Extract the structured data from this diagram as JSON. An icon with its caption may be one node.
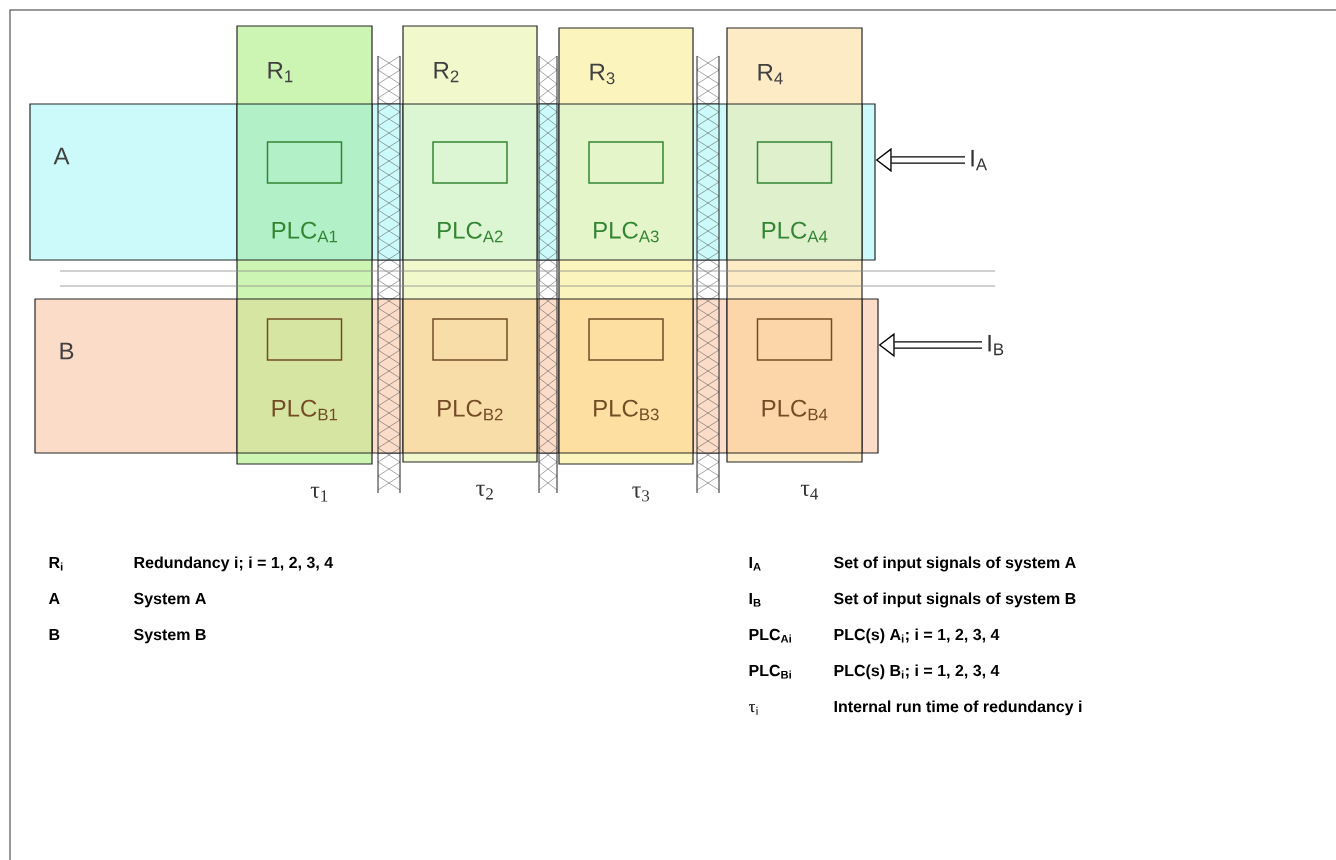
{
  "diagram": {
    "nodes": [
      {
        "text": [
          "R$_{1}$"
        ],
        "beside": [
          "τ$_{1}$"
        ]
      },
      {
        "text": [
          "R$_{2}$"
        ],
        "beside": [
          "τ$_{2}$"
        ]
      },
      {
        "text": [
          "R$_{3}$"
        ],
        "beside": [
          "τ$_{3}$"
        ]
      },
      {
        "text": [
          "R$_{4}$"
        ],
        "beside": [
          "τ$_{4}$"
        ]
      },
      {
        "text": [
          "A"
        ]
      },
      {
        "text": [
          "PLC$_{A1}$"
        ]
      },
      {
        "text": [
          "PLC$_{A2}$"
        ]
      },
      {
        "text": [
          "PLC$_{A3}$"
        ]
      },
      {
        "text": [
          "PLC$_{A4}$"
        ]
      },
      {
        "text": [
          "B"
        ]
      },
      {
        "text": [
          "PLC$_{B1}$"
        ]
      },
      {
        "text": [
          "PLC$_{B2}$"
        ]
      },
      {
        "text": [
          "PLC$_{B3}$"
        ]
      },
      {
        "text": [
          "PLC$_{B4}$"
        ]
      },
      {
        "text": [
          "I$_{A}$"
        ]
      },
      {
        "text": [
          "I$_{B}$"
        ]
      }
    ],
    "edges": [
      {
        "from": 14,
        "to": 4,
        "arrow": "to"
      },
      {
        "from": 15,
        "to": 9,
        "arrow": "to"
      }
    ],
    "labels": [
      "R$_{i}$",
      "Redundancy  i; i = 1, 2, 3, 4",
      "A",
      "System A",
      "B",
      "System B",
      "I$_{A}$",
      "Set of input signals of system A",
      "I$_{B}$",
      "Set of input signals of system B",
      "PLC$_{Ai}$",
      "PLC(s) A$_{i}$; i = 1, 2, 3, 4",
      "PLC$_{Bi}$",
      "PLC(s) B$_{i}$; i = 1, 2, 3, 4",
      "τ$_{i}$",
      "Internal run time of redundancy i"
    ]
  }
}
